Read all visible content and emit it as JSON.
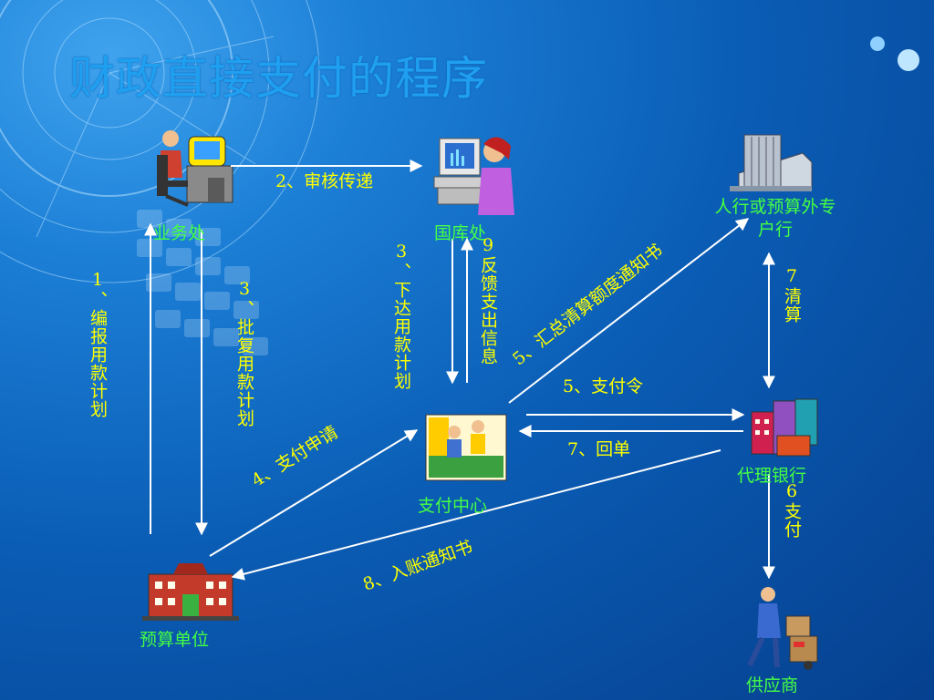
{
  "title": "财政直接支付的程序",
  "nodes": {
    "business": "业务处",
    "treasury": "国库处",
    "bank_pboc": "人行或预算外专户行",
    "payment_center": "支付中心",
    "agent_bank": "代理银行",
    "budget_unit": "预算单位",
    "supplier": "供应商"
  },
  "steps": {
    "s1": "1、编报用款计划",
    "s2": "2、审核传递",
    "s3a": "3、批复用款计划",
    "s3b": "3、下达用款计划",
    "s4": "4、支付申请",
    "s5a": "5、汇总清算额度通知书",
    "s5b": "5、支付令",
    "s6": "6支付",
    "s7a": "7、回单",
    "s7b": "7清算",
    "s8": "8、入账通知书",
    "s9": "9反馈支出信息"
  },
  "colors": {
    "label": "#ffff00",
    "node_label": "#44ff44",
    "title": "#1f9ff0",
    "arrow": "#ffffff"
  }
}
